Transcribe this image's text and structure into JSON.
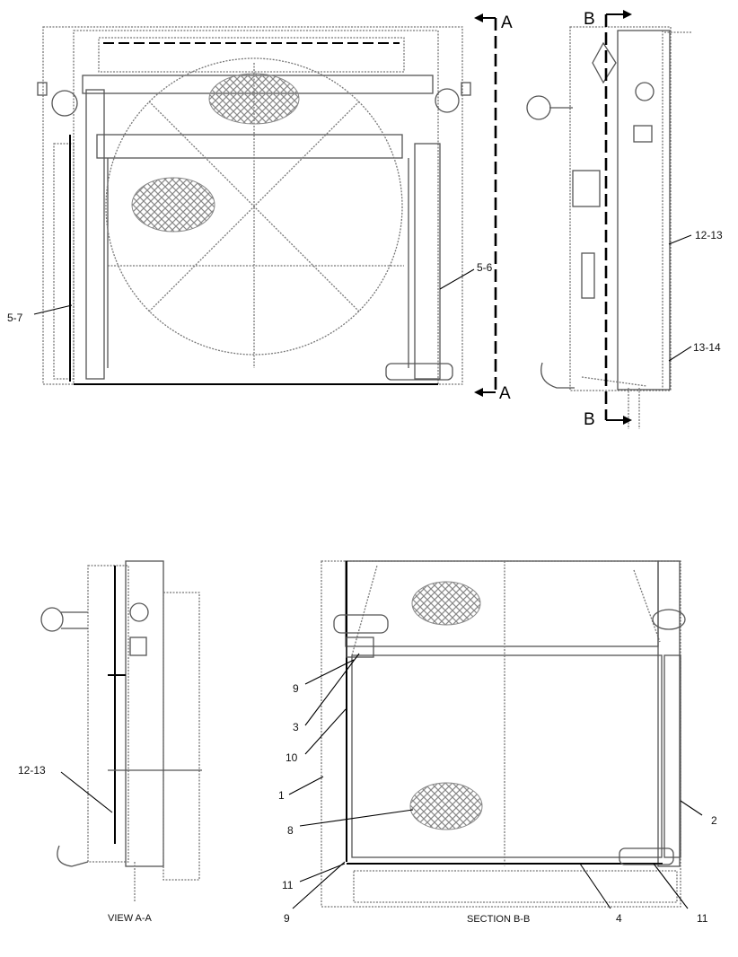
{
  "callouts": {
    "front_5_7": "5-7",
    "front_5_6": "5-6",
    "side_12_13": "12-13",
    "side_13_14": "13-14",
    "view_12_13": "12-13",
    "sec_9_top": "9",
    "sec_3": "3",
    "sec_10": "10",
    "sec_1": "1",
    "sec_8": "8",
    "sec_11_left": "11",
    "sec_9_bottom": "9",
    "sec_4": "4",
    "sec_11_right": "11",
    "sec_2": "2"
  },
  "section_marks": {
    "a_top": "A",
    "a_bottom": "A",
    "b_top": "B",
    "b_bottom": "B"
  },
  "view_labels": {
    "view_aa": "VIEW A-A",
    "section_bb": "SECTION B-B"
  }
}
